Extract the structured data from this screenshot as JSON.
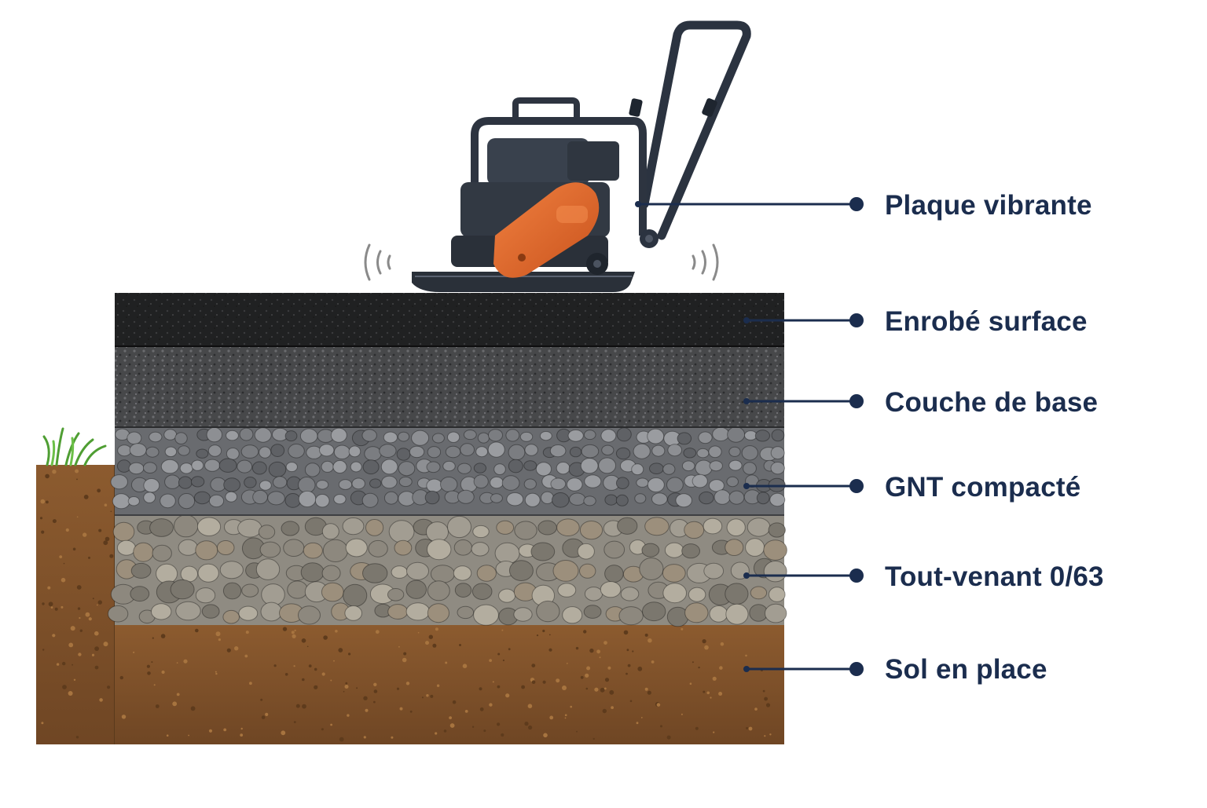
{
  "diagram": {
    "callouts": [
      {
        "id": "plaque",
        "label": "Plaque vibrante"
      },
      {
        "id": "enrobe",
        "label": "Enrobé surface"
      },
      {
        "id": "base",
        "label": "Couche de base"
      },
      {
        "id": "gnt",
        "label": "GNT compacté"
      },
      {
        "id": "toutvenant",
        "label": "Tout-venant 0/63"
      },
      {
        "id": "sol",
        "label": "Sol en place"
      }
    ],
    "colors": {
      "leader": "#1b2d4e",
      "label_text": "#1b2d4e",
      "asphalt_surface": "#222324",
      "base_course": "#4a4b4d",
      "gnt": "#6e7073",
      "tout_venant": "#8e8a80",
      "soil": "#8a5a2e",
      "machine_body": "#2f3640",
      "machine_cover": "#e2682a",
      "grass": "#5aa83a"
    },
    "icons": [
      "plate-compactor-icon",
      "vibration-waves-icon",
      "grass-tuft-icon"
    ]
  }
}
